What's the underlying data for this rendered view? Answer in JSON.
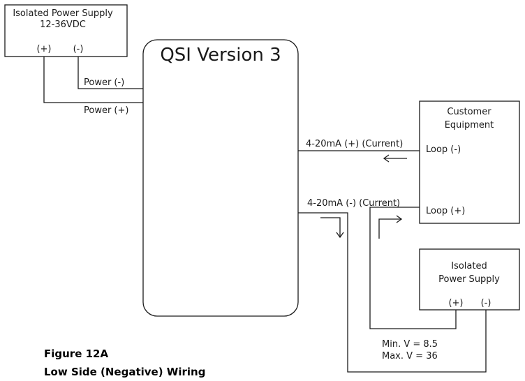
{
  "power_supply_top": {
    "title_line1": "Isolated Power Supply",
    "title_line2": "12-36VDC",
    "terminal_plus": "(+)",
    "terminal_minus": "(-)"
  },
  "qsi": {
    "title": "QSI Version 3"
  },
  "wires": {
    "power_minus": "Power (-)",
    "power_plus": "Power (+)",
    "current_plus": "4-20mA (+) (Current)",
    "current_minus": "4-20mA (-) (Current)"
  },
  "customer_equipment": {
    "title_line1": "Customer",
    "title_line2": "Equipment",
    "loop_minus": "Loop (-)",
    "loop_plus": "Loop (+)"
  },
  "power_supply_bottom": {
    "title_line1": "Isolated",
    "title_line2": "Power Supply",
    "terminal_plus": "(+)",
    "terminal_minus": "(-)"
  },
  "voltage": {
    "min": "Min. V = 8.5",
    "max": "Max. V = 36"
  },
  "caption": {
    "figure": "Figure 12A",
    "subtitle": "Low Side (Negative) Wiring"
  }
}
